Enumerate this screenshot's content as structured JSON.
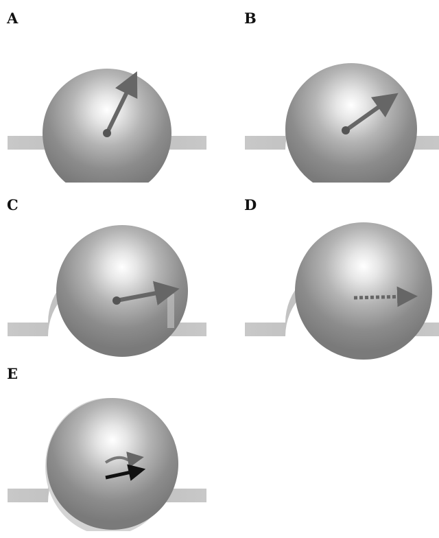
{
  "figure": {
    "panels": [
      {
        "label": "A",
        "arrow_style": "solid"
      },
      {
        "label": "B",
        "arrow_style": "solid"
      },
      {
        "label": "C",
        "arrow_style": "solid"
      },
      {
        "label": "D",
        "arrow_style": "dashed"
      },
      {
        "label": "E",
        "arrow_style": "curved-and-straight"
      }
    ],
    "colors": {
      "cup_light": "#c4c4c4",
      "cup_mid": "#a9a9a9",
      "head_dark": "#7a7a7a",
      "head_highlight": "#ffffff",
      "arrow_gray": "#666666",
      "arrow_black": "#111111"
    }
  }
}
